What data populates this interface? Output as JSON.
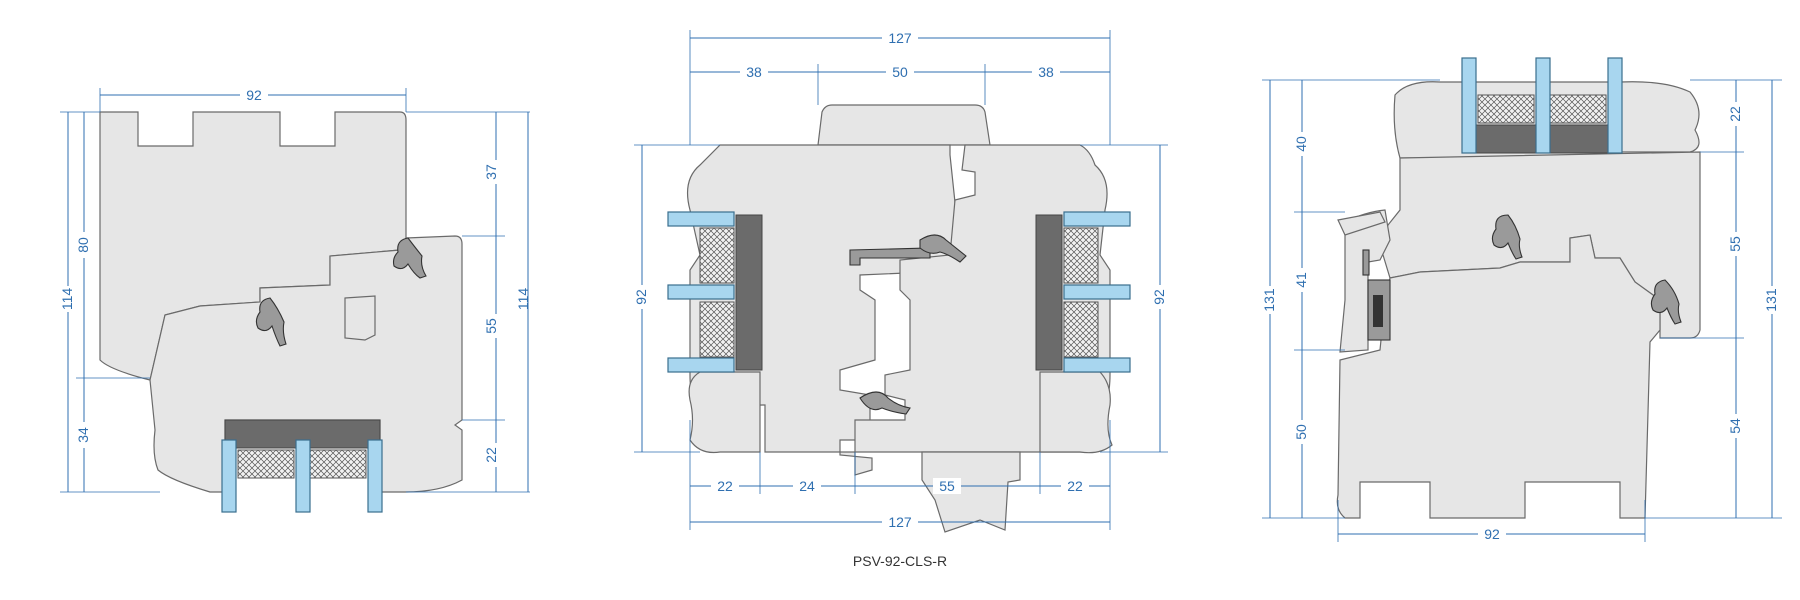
{
  "caption": "PSV-92-CLS-R",
  "left_section": {
    "top_width": "92",
    "left_outer_height": "114",
    "left_upper": "80",
    "left_lower": "34",
    "right_top": "37",
    "right_mid": "55",
    "right_bottom": "22",
    "right_outer_height": "114"
  },
  "middle_section": {
    "top_total": "127",
    "top_left": "38",
    "top_mid": "50",
    "top_right": "38",
    "left_height": "92",
    "right_height": "92",
    "bottom_a": "22",
    "bottom_b": "24",
    "bottom_c": "55",
    "bottom_d": "22",
    "bottom_total": "127"
  },
  "right_section": {
    "left_outer_height": "131",
    "left_top": "40",
    "left_mid": "41",
    "left_bottom": "50",
    "right_top": "22",
    "right_mid": "55",
    "right_bottom": "54",
    "right_outer_height": "131",
    "bottom_width": "92"
  },
  "colors": {
    "dimension": "#2f6fb0",
    "profile_fill": "#e6e6e6",
    "glass": "#a8d6ef"
  }
}
